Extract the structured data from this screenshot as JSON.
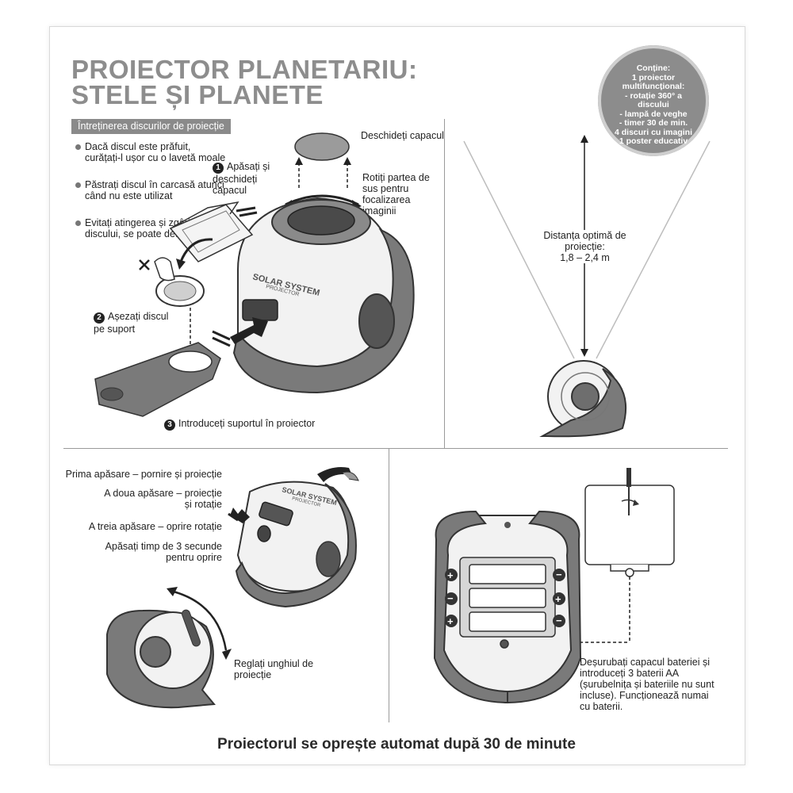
{
  "title": {
    "line1": "PROIECTOR PLANETARIU:",
    "line2": "STELE ȘI PLANETE"
  },
  "maintenance": {
    "section_label": "Întreținerea discurilor de proiecție",
    "bullets": [
      "Dacă discul este prăfuit, curățați-l ușor cu o lavetă moale",
      "Păstrați discul în carcasă atunci când nu este utilizat",
      "Evitați atingerea și zgârierea discului, se poate deteriora"
    ],
    "step1_number": "1",
    "step1_text": "Apăsați și deschideți capacul",
    "step2_number": "2",
    "step2_text": "Așezați discul pe suport",
    "step3_number": "3",
    "step3_text": "Introduceți suportul în proiector",
    "open_lid": "Deschideți capacul",
    "rotate_top": "Rotiți partea de sus pentru focalizarea imaginii",
    "device_label_1": "SOLAR SYSTEM",
    "device_label_2": "PROJECTOR"
  },
  "contents_badge": {
    "lines": [
      "Conține:",
      "1 proiector",
      "multifuncțional:",
      "- rotație 360° a discului",
      "- lampă de veghe",
      "- timer 30 de min.",
      "4 discuri cu imagini",
      "1 poster educativ"
    ]
  },
  "projection": {
    "distance_label": "Distanța optimă de proiecție:",
    "distance_value": "1,8 – 2,4 m"
  },
  "buttons_panel": {
    "press1": "Prima apăsare – pornire și proiecție",
    "press2": "A doua apăsare – proiecție și rotație",
    "press3": "A treia apăsare – oprire rotație",
    "press_hold": "Apăsați timp de 3 secunde pentru oprire",
    "adjust_angle": "Reglați unghiul de proiecție"
  },
  "battery_panel": {
    "instructions": "Deșurubați capacul bateriei și introduceți 3 baterii AA (șurubelnița și bateriile nu sunt incluse). Funcționează numai cu baterii."
  },
  "footer": "Proiectorul se oprește automat după 30 de minute",
  "colors": {
    "grey_dark": "#6f6f6f",
    "grey_mid": "#8c8c8c",
    "grey_light": "#d8d8d8",
    "title_grey": "#8d8d8d",
    "ink": "#222222"
  }
}
